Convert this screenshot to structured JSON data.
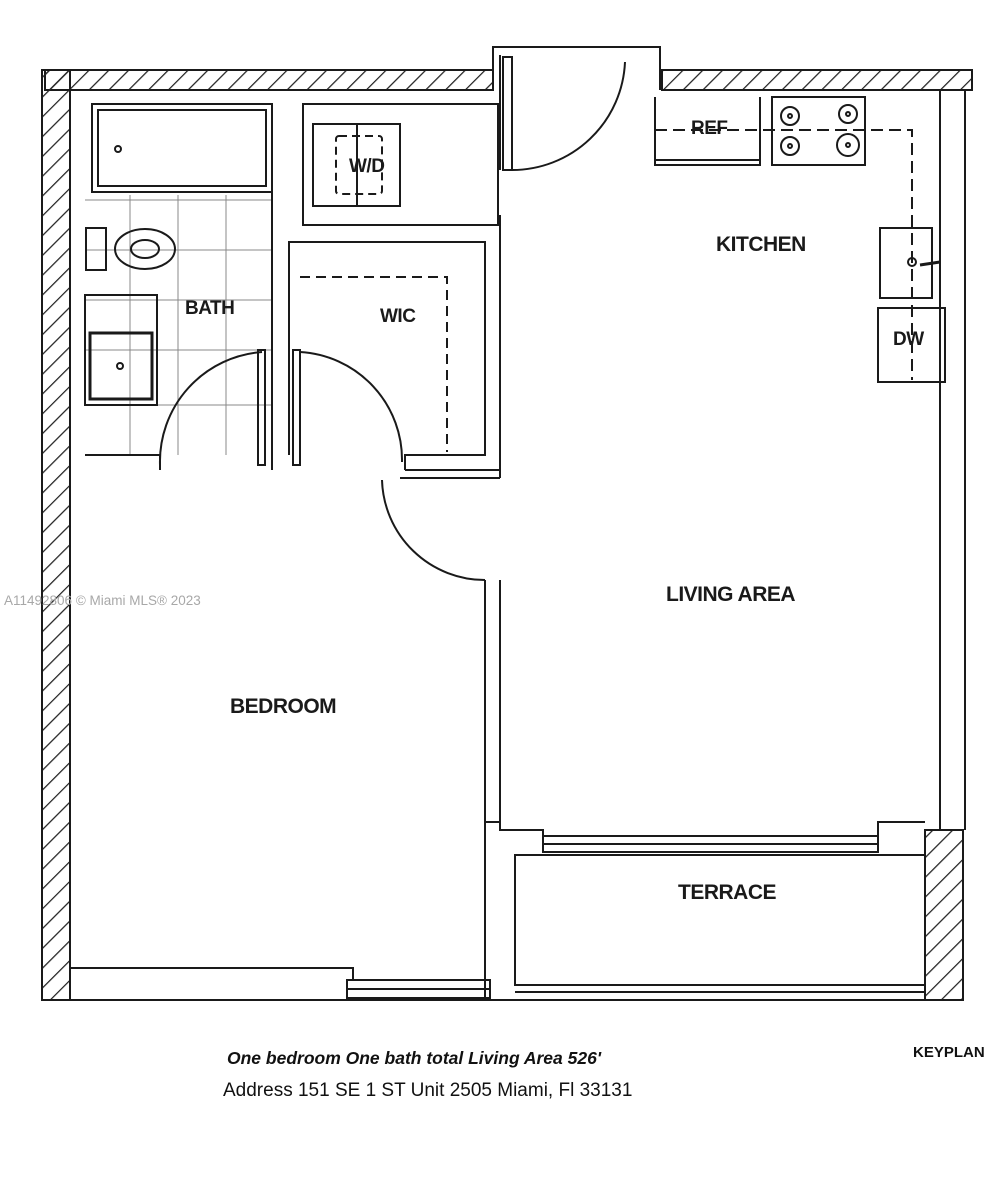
{
  "watermark": "A11492806 © Miami MLS® 2023",
  "rooms": {
    "bath": "BATH",
    "wd": "W/D",
    "wic": "WIC",
    "ref": "REF",
    "kitchen": "KITCHEN",
    "dw": "DW",
    "living": "LIVING AREA",
    "bedroom": "BEDROOM",
    "terrace": "TERRACE"
  },
  "caption": {
    "summary": "One bedroom One bath total Living Area 526'",
    "address": "Address 151 SE 1 ST Unit 2505 Miami, Fl 33131",
    "keyplan": "KEYPLAN"
  },
  "colors": {
    "line": "#1a1a1a",
    "watermark": "#a8a8a8"
  }
}
